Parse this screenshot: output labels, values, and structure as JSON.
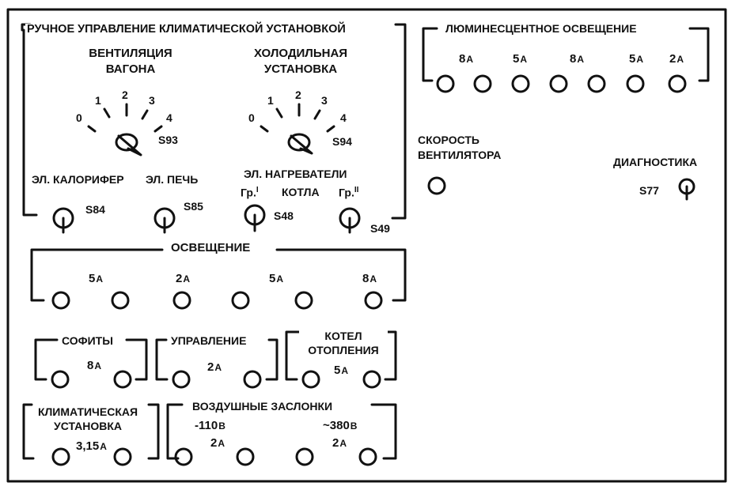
{
  "colors": {
    "ink": "#111111",
    "paper": "#ffffff"
  },
  "climate": {
    "title": "РУЧНОЕ УПРАВЛЕНИЕ КЛИМАТИЧЕСКОЙ УСТАНОВКОЙ",
    "vent_line1": "ВЕНТИЛЯЦИЯ",
    "vent_line2": "ВАГОНА",
    "cool_line1": "ХОЛОДИЛЬНАЯ",
    "cool_line2": "УСТАНОВКА",
    "vent_switch": "S93",
    "cool_switch": "S94",
    "scale": [
      "0",
      "1",
      "2",
      "3",
      "4"
    ],
    "kalorifer": "ЭЛ. КАЛОРИФЕР",
    "pech": "ЭЛ. ПЕЧЬ",
    "heaters": "ЭЛ. НАГРЕВАТЕЛИ",
    "kotla": "КОТЛА",
    "gr1": "Гр.",
    "gr1_num": "I",
    "gr2": "Гр.",
    "gr2_num": "II",
    "s84": "S84",
    "s85": "S85",
    "s48": "S48",
    "s49": "S49"
  },
  "fluor": {
    "title": "ЛЮМИНЕСЦЕНТНОЕ ОСВЕЩЕНИЕ",
    "r1": "8",
    "r2": "5",
    "r3": "8",
    "r4": "5",
    "r5": "2",
    "unit": "А"
  },
  "fan_speed": {
    "line1": "СКОРОСТЬ",
    "line2": "ВЕНТИЛЯТОРА"
  },
  "diag": {
    "title": "ДИАГНОСТИКА",
    "switch": "S77"
  },
  "light": {
    "title": "ОСВЕЩЕНИЕ",
    "r1": "5",
    "r2": "2",
    "r3": "5",
    "r4": "8",
    "unit": "А"
  },
  "sofity": {
    "title": "СОФИТЫ",
    "r": "8",
    "unit": "А"
  },
  "upr": {
    "title": "УПРАВЛЕНИЕ",
    "r": "2",
    "unit": "А"
  },
  "kotel": {
    "line1": "КОТЕЛ",
    "line2": "ОТОПЛЕНИЯ",
    "r": "5",
    "unit": "А"
  },
  "klimat": {
    "line1": "КЛИМАТИЧЕСКАЯ",
    "line2": "УСТАНОВКА",
    "r": "3,15",
    "unit": "А"
  },
  "dampers": {
    "title": "ВОЗДУШНЫЕ ЗАСЛОНКИ",
    "v1": "-110",
    "v2": "~380",
    "vunit": "В",
    "r1": "2",
    "r2": "2",
    "unit": "А"
  }
}
